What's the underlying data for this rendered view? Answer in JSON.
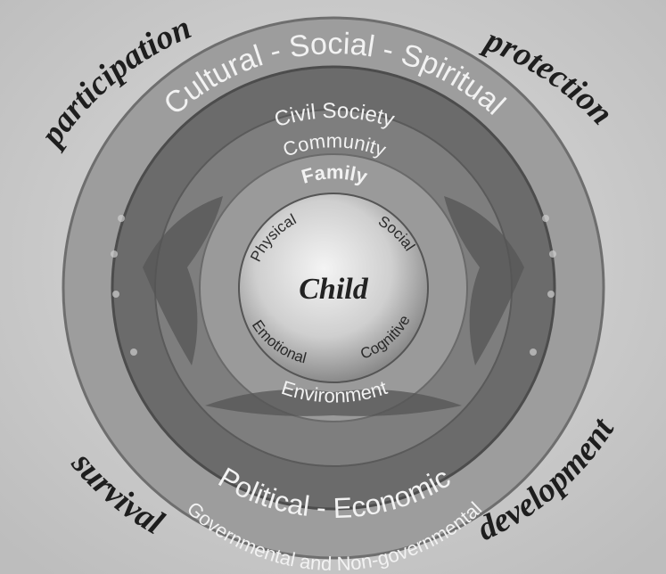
{
  "diagram": {
    "corners": {
      "top_left": "participation",
      "top_right": "protection",
      "bottom_left": "survival",
      "bottom_right": "development"
    },
    "rings": {
      "outer_top": "Cultural - Social - Spiritual",
      "outer_bottom": "Political - Economic",
      "second_top": "Civil Society",
      "second_bottom": "Governmental and Non-governmental",
      "third_top": "Community",
      "third_bottom": "Environment",
      "family": "Family",
      "dimensions": {
        "top_left": "Physical",
        "top_right": "Social",
        "bottom_left": "Emotional",
        "bottom_right": "Cognitive"
      }
    },
    "center": "Child"
  }
}
